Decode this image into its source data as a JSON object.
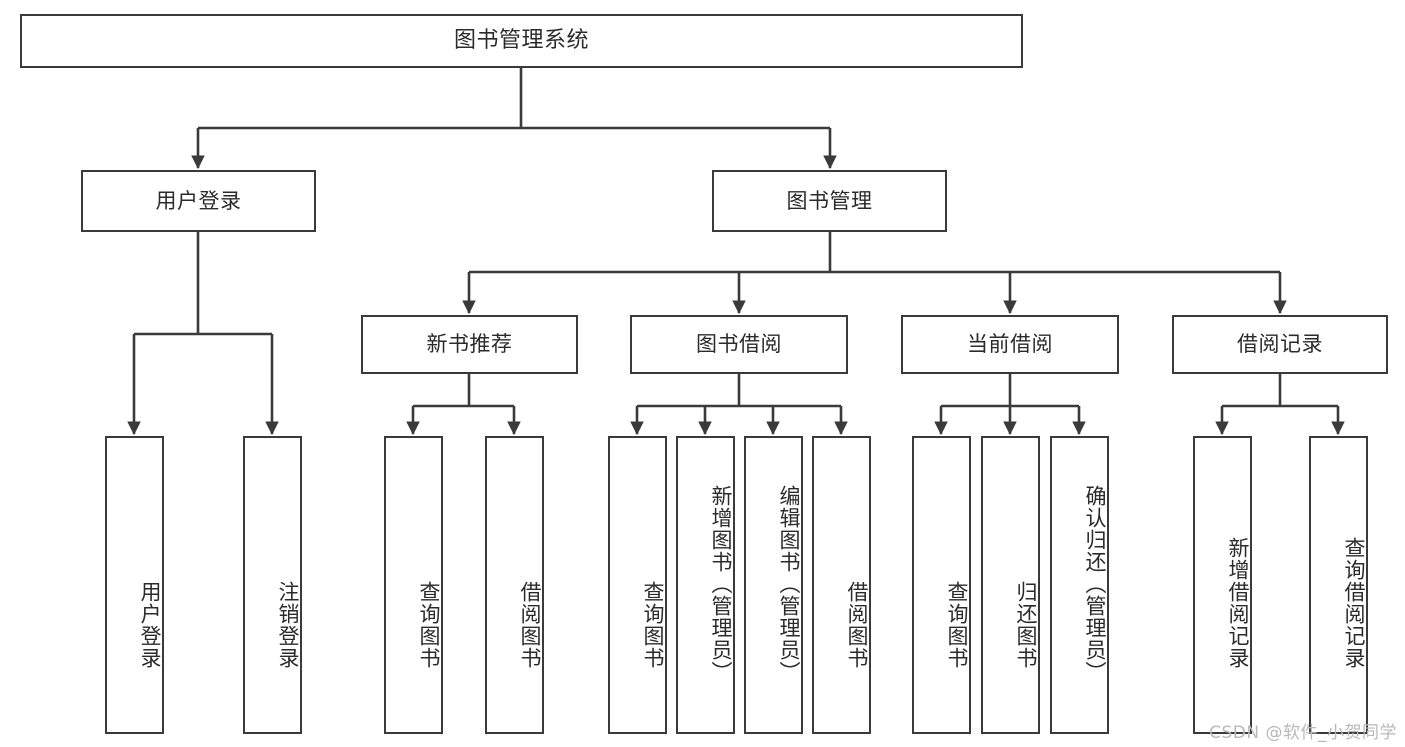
{
  "diagram": {
    "type": "tree-hierarchy",
    "title": "图书管理系统",
    "watermark": "CSDN @软件_小贺同学",
    "colors": {
      "stroke": "#3a3a3a",
      "fill": "#ffffff",
      "text": "#2b2b2b",
      "watermark": "#b9b9b9"
    },
    "nodes": {
      "root": {
        "label": "图书管理系统",
        "level": 1
      },
      "level2": [
        {
          "id": "user-login",
          "label": "用户登录"
        },
        {
          "id": "book-manage",
          "label": "图书管理"
        }
      ],
      "level3": [
        {
          "id": "new-book-rec",
          "label": "新书推荐"
        },
        {
          "id": "book-borrow",
          "label": "图书借阅"
        },
        {
          "id": "current-borrow",
          "label": "当前借阅"
        },
        {
          "id": "borrow-record",
          "label": "借阅记录"
        }
      ],
      "leaves": {
        "user-login": [
          {
            "id": "leaf-user-login",
            "label": "用户登录"
          },
          {
            "id": "leaf-logout",
            "label": "注销登录"
          }
        ],
        "new-book-rec": [
          {
            "id": "leaf-query-book-1",
            "label": "查询图书"
          },
          {
            "id": "leaf-borrow-book-1",
            "label": "借阅图书"
          }
        ],
        "book-borrow": [
          {
            "id": "leaf-query-book-2",
            "label": "查询图书"
          },
          {
            "id": "leaf-add-book",
            "label": "新增图书（管理员）"
          },
          {
            "id": "leaf-edit-book",
            "label": "编辑图书（管理员）"
          },
          {
            "id": "leaf-borrow-book-2",
            "label": "借阅图书"
          }
        ],
        "current-borrow": [
          {
            "id": "leaf-query-book-3",
            "label": "查询图书"
          },
          {
            "id": "leaf-return-book",
            "label": "归还图书"
          },
          {
            "id": "leaf-confirm-return",
            "label": "确认归还（管理员）"
          }
        ],
        "borrow-record": [
          {
            "id": "leaf-add-record",
            "label": "新增借阅记录"
          },
          {
            "id": "leaf-query-record",
            "label": "查询借阅记录"
          }
        ]
      }
    }
  }
}
